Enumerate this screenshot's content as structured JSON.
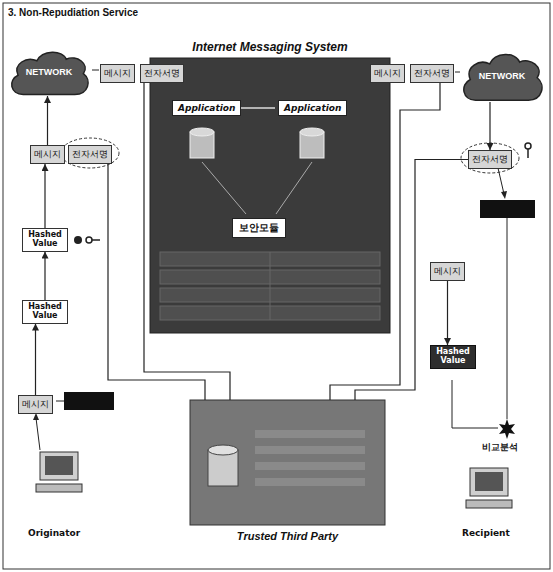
{
  "diagram": {
    "title": "3. Non-Repudiation Service",
    "nodes": [
      {
        "text": [
          "Internet Messaging System"
        ]
      },
      {
        "text": [
          "Application"
        ],
        "in": 0
      },
      {
        "text": [
          "Application"
        ],
        "in": 0
      },
      {
        "text": [
          "보안모듈"
        ],
        "in": 0
      },
      {
        "text": [
          "NETWORK"
        ]
      },
      {
        "text": [
          "NETWORK"
        ]
      },
      {
        "text": [
          "메시지"
        ]
      },
      {
        "text": [
          "전자서명"
        ]
      },
      {
        "text": [
          "메시지"
        ]
      },
      {
        "text": [
          "전자서명"
        ]
      },
      {
        "text": [
          "메시지"
        ]
      },
      {
        "text": [
          "전자서명"
        ]
      },
      {
        "text": [
          "Hashed Value"
        ]
      },
      {
        "text": [
          "Hashed Value"
        ]
      },
      {
        "text": [
          "메시지"
        ]
      },
      {
        "text": [
          "전자서명"
        ]
      },
      {
        "text": [
          "메시지"
        ]
      },
      {
        "text": [
          "Hashed Value"
        ]
      },
      {
        "text": [
          "Trusted Third Party"
        ]
      }
    ],
    "edges": [
      {
        "from": 14,
        "to": 13,
        "arrow": "to"
      },
      {
        "from": 13,
        "to": 12,
        "arrow": "to"
      },
      {
        "from": 12,
        "to": 10,
        "arrow": "to"
      },
      {
        "from": 10,
        "to": 4,
        "arrow": "to"
      },
      {
        "from": 11,
        "to": 18,
        "arrow": "none"
      },
      {
        "from": 7,
        "to": 18,
        "arrow": "none"
      },
      {
        "from": 9,
        "to": 18,
        "arrow": "none"
      },
      {
        "from": 15,
        "to": 18,
        "arrow": "none"
      },
      {
        "from": 5,
        "to": 15,
        "arrow": "to"
      },
      {
        "from": 16,
        "to": 17,
        "arrow": "to"
      }
    ],
    "labels": [
      "Originator",
      "Recipient",
      "비교분석"
    ]
  }
}
